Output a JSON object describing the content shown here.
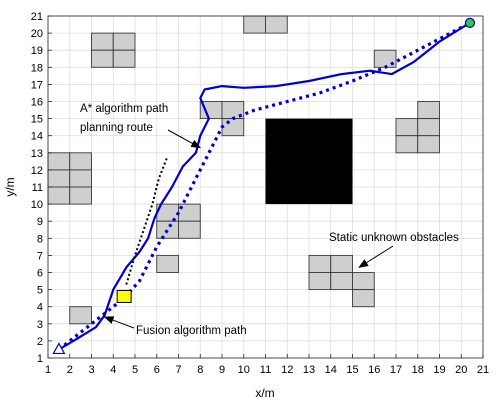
{
  "chart_data": {
    "type": "path-planning-map",
    "xlabel": "x/m",
    "ylabel": "y/m",
    "xlim": [
      1,
      21
    ],
    "ylim": [
      1,
      21
    ],
    "x_ticks": [
      1,
      2,
      3,
      4,
      5,
      6,
      7,
      8,
      9,
      10,
      11,
      12,
      13,
      14,
      15,
      16,
      17,
      18,
      19,
      20,
      21
    ],
    "y_ticks": [
      1,
      2,
      3,
      4,
      5,
      6,
      7,
      8,
      9,
      10,
      11,
      12,
      13,
      14,
      15,
      16,
      17,
      18,
      19,
      20,
      21
    ],
    "grid": true,
    "known_obstacle": {
      "x0": 11,
      "y0": 10,
      "x1": 15,
      "y1": 15,
      "color": "#000000"
    },
    "unknown_obstacles_cells": [
      [
        3,
        19
      ],
      [
        4,
        19
      ],
      [
        3,
        18
      ],
      [
        4,
        18
      ],
      [
        10,
        20
      ],
      [
        11,
        20
      ],
      [
        16,
        18
      ],
      [
        1,
        12
      ],
      [
        2,
        12
      ],
      [
        1,
        11
      ],
      [
        2,
        11
      ],
      [
        1,
        10
      ],
      [
        2,
        10
      ],
      [
        8,
        15
      ],
      [
        9,
        15
      ],
      [
        9,
        14
      ],
      [
        18,
        15
      ],
      [
        17,
        14
      ],
      [
        18,
        14
      ],
      [
        17,
        13
      ],
      [
        18,
        13
      ],
      [
        6,
        9
      ],
      [
        7,
        9
      ],
      [
        6,
        8
      ],
      [
        7,
        8
      ],
      [
        6,
        6
      ],
      [
        2,
        3
      ],
      [
        13,
        6
      ],
      [
        14,
        6
      ],
      [
        13,
        5
      ],
      [
        14,
        5
      ],
      [
        15,
        5
      ],
      [
        15,
        4
      ]
    ],
    "dynamic_obstacle": {
      "x": 4.5,
      "y": 4.6,
      "color": "#ffff00"
    },
    "start": {
      "x": 1.5,
      "y": 1.5
    },
    "goal": {
      "x": 20.4,
      "y": 20.6
    },
    "series": [
      {
        "name": "A* algorithm path planning route",
        "style": "dotted",
        "color": "#0000cc",
        "x": [
          1.5,
          2.5,
          3.5,
          4.5,
          5.2,
          5.6,
          6.0,
          6.5,
          7.0,
          7.4,
          7.8,
          8.2,
          8.6,
          9.0,
          9.5,
          10.5,
          12.0,
          13.5,
          15.0,
          16.5,
          18.0,
          19.5,
          20.4
        ],
        "y": [
          1.5,
          2.5,
          3.5,
          4.5,
          5.5,
          6.5,
          7.5,
          8.5,
          9.5,
          10.5,
          11.5,
          12.5,
          13.5,
          14.5,
          15.0,
          15.5,
          16.0,
          16.5,
          17.2,
          18.0,
          19.0,
          20.0,
          20.6
        ]
      },
      {
        "name": "Fusion algorithm path",
        "style": "solid",
        "color": "#0000cc",
        "x": [
          1.5,
          2.3,
          3.2,
          3.6,
          4.0,
          4.6,
          5.2,
          5.6,
          5.9,
          6.2,
          6.7,
          7.2,
          7.8,
          8.0,
          8.4,
          8.0,
          8.2,
          9.0,
          10.0,
          11.5,
          13.0,
          14.5,
          15.8,
          16.8,
          17.8,
          19.0,
          20.4
        ],
        "y": [
          1.5,
          2.1,
          2.8,
          3.5,
          5.0,
          6.3,
          7.2,
          8.0,
          9.2,
          10.0,
          11.0,
          12.2,
          13.0,
          14.0,
          15.0,
          16.2,
          16.7,
          16.9,
          16.8,
          16.9,
          17.2,
          17.6,
          17.8,
          17.6,
          18.3,
          19.5,
          20.6
        ]
      },
      {
        "name": "",
        "style": "dotted-black",
        "color": "#000000",
        "x": [
          4.6,
          5.0,
          5.4,
          5.8,
          6.1,
          6.5
        ],
        "y": [
          5.3,
          7.0,
          8.5,
          10.0,
          11.5,
          12.8
        ]
      }
    ],
    "annotations": [
      {
        "text_lines": [
          "A* algorithm path",
          "planning route"
        ],
        "arrow_to": {
          "x": 8.0,
          "y": 13.3
        }
      },
      {
        "text_lines": [
          "Static unknown obstacles"
        ],
        "arrow_to": {
          "x": 15.3,
          "y": 6.3
        }
      },
      {
        "text_lines": [
          "Fusion algorithm path"
        ],
        "arrow_to": {
          "x": 3.6,
          "y": 3.4
        }
      }
    ]
  }
}
